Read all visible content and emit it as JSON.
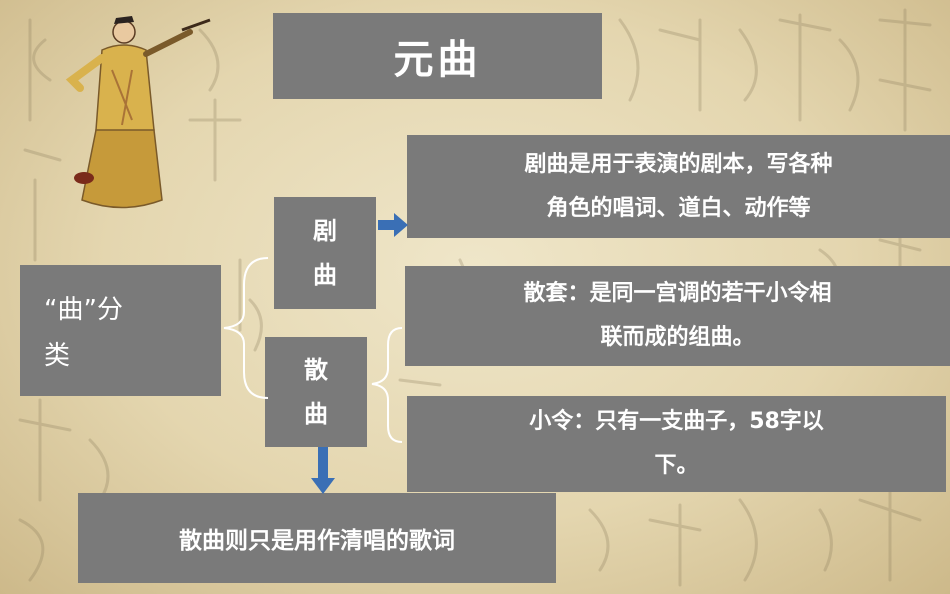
{
  "title": "元曲",
  "root": {
    "label_line1": "“曲”分",
    "label_line2": "类"
  },
  "juqu": {
    "label_line1": "剧",
    "label_line2": "曲",
    "desc_line1": "剧曲是用于表演的剧本，写各种",
    "desc_line2": "角色的唱词、道白、动作等"
  },
  "sanqu": {
    "label_line1": "散",
    "label_line2": "曲",
    "santao_line1": "散套：是同一宫调的若干小令相",
    "santao_line2": "联而成的组曲。",
    "xiaoling_line1": "小令：只有一支曲子，58字以",
    "xiaoling_line2": "下。",
    "bottom_desc": "散曲则只是用作清唱的歌词"
  },
  "colors": {
    "box_fill": "#7a7a7a",
    "arrow": "#3a6fb5",
    "bracket": "#ffffff",
    "parchment": "#e8dcb8"
  }
}
